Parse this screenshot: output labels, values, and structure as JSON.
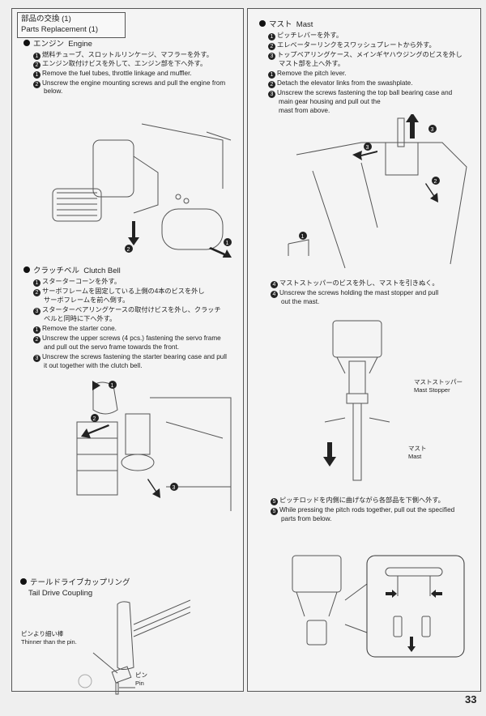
{
  "header": {
    "title_jp": "部品の交換 (1)",
    "title_en": "Parts Replacement (1)"
  },
  "engine": {
    "heading_jp": "エンジン",
    "heading_en": "Engine",
    "steps_jp": [
      "燃料チューブ、スロットルリンケージ、マフラーを外す。",
      "エンジン取付けビスを外して、エンジン部を下へ外す。"
    ],
    "steps_en": [
      "Remove the fuel tubes, throttle linkage and muffler.",
      "Unscrew the engine mounting screws and pull the engine from",
      "below."
    ],
    "nums": [
      "1",
      "2"
    ]
  },
  "clutch": {
    "heading_jp": "クラッチベル",
    "heading_en": "Clutch Bell",
    "steps_jp": [
      "スターターコーンを外す。",
      "サーボフレームを固定している上側の4本のビスを外し",
      "サーボフレームを前へ倒す。",
      "スターターベアリングケースの取付けビスを外し、クラッチ",
      "ベルと同時に下へ外す。"
    ],
    "steps_en": [
      "Remove the starter cone.",
      "Unscrew the upper screws (4 pcs.) fastening the servo frame",
      "and pull out the servo frame towards the front.",
      "Unscrew the screws fastening the starter bearing case and pull",
      "it out together with the clutch bell."
    ],
    "nums": [
      "1",
      "2",
      "3"
    ]
  },
  "tail": {
    "heading_jp": "テールドライブカップリング",
    "heading_en": "Tail Drive Coupling",
    "label_thin_jp": "ピンより細い棒",
    "label_thin_en": "Thinner than the pin.",
    "label_pin_jp": "ピン",
    "label_pin_en": "Pin"
  },
  "mast": {
    "heading_jp": "マスト",
    "heading_en": "Mast",
    "steps_jp": [
      "ピッチレバーを外す。",
      "エレベーターリンクをスワッシュプレートから外す。",
      "トップベアリングケース、メインギヤハウジングのビスを外し",
      "マスト部を上へ外す。"
    ],
    "steps_en": [
      "Remove the pitch lever.",
      "Detach the elevator links from the swashplate.",
      "Unscrew the screws fastening the top ball bearing case and",
      "main gear housing and pull out the",
      "mast from above."
    ],
    "nums": [
      "1",
      "2",
      "3",
      "4",
      "5"
    ],
    "step4_jp": "マストストッパーのビスを外し、マストを引きぬく。",
    "step4_en": [
      "Unscrew the screws holding the mast stopper and pull",
      "out the mast."
    ],
    "label_stopper_jp": "マストストッパー",
    "label_stopper_en": "Mast Stopper",
    "label_mast_jp": "マスト",
    "label_mast_en": "Mast",
    "step5_jp": "ピッチロッドを内側に曲げながら各部品を下側へ外す。",
    "step5_en": [
      "While pressing the pitch rods together, pull out the specified",
      "parts from below."
    ]
  },
  "page_number": "33"
}
